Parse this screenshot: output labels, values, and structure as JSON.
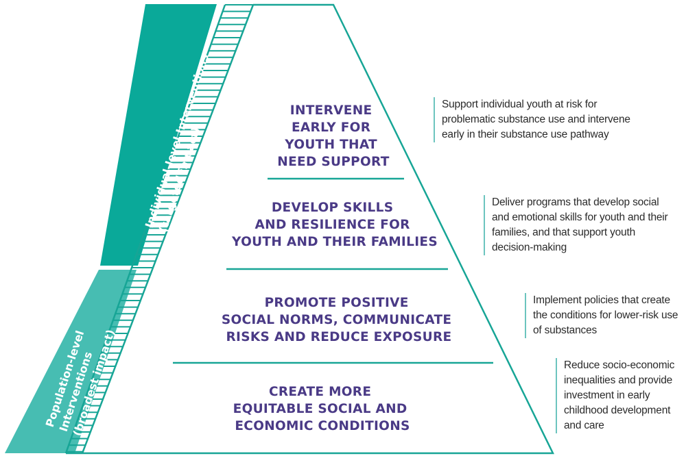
{
  "colors": {
    "teal_dark": "#0aa999",
    "teal_light": "#47bdb2",
    "outline": "#17a596",
    "tier_text": "#4a3a86",
    "desc_text": "#2a2a2a",
    "desc_rule": "#6cc4be"
  },
  "bands": {
    "individual": {
      "lines": [
        "Individual-level Interventions",
        "(targeted impact)"
      ]
    },
    "population": {
      "lines": [
        "Population-level",
        "Interventions",
        "(broadest impact)"
      ]
    }
  },
  "tiers": [
    {
      "lines": [
        "INTERVENE",
        "EARLY FOR",
        "YOUTH THAT",
        "NEED SUPPORT"
      ],
      "description": [
        "Support individual youth at risk for",
        "problematic substance use and intervene",
        "early in their substance use pathway"
      ]
    },
    {
      "lines": [
        "DEVELOP SKILLS",
        "AND RESILIENCE FOR",
        "YOUTH AND THEIR FAMILIES"
      ],
      "description": [
        "Deliver programs that develop social",
        "and emotional skills for youth and their",
        "families, and that support youth",
        "decision-making"
      ]
    },
    {
      "lines": [
        "PROMOTE POSITIVE",
        "SOCIAL NORMS, COMMUNICATE",
        "RISKS AND REDUCE EXPOSURE"
      ],
      "description": [
        "Implement policies that create",
        "the conditions for lower-risk use",
        "of substances"
      ]
    },
    {
      "lines": [
        "CREATE MORE",
        "EQUITABLE SOCIAL AND",
        "ECONOMIC CONDITIONS"
      ],
      "description": [
        "Reduce socio-economic",
        "inequalities and provide",
        "investment in early",
        "childhood development",
        "and care"
      ]
    }
  ]
}
